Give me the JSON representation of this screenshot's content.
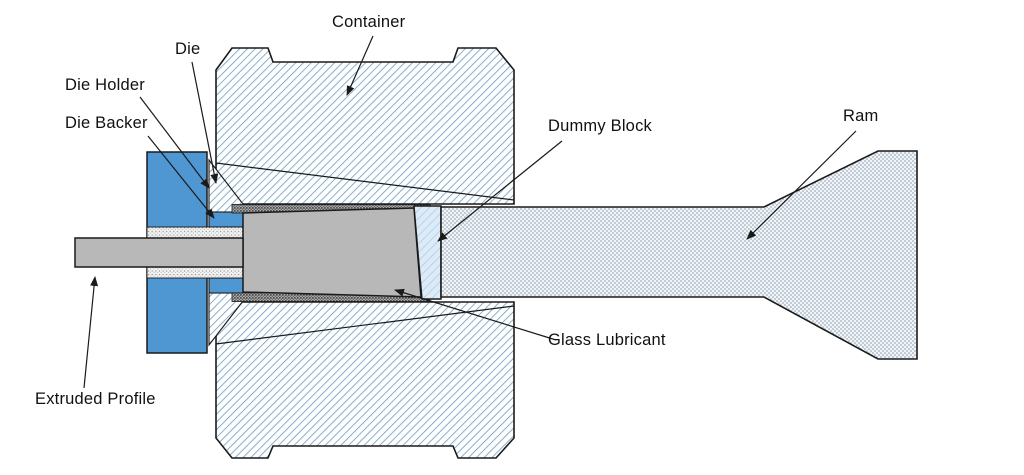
{
  "labels": {
    "container": "Container",
    "die": "Die",
    "die_holder": "Die Holder",
    "die_backer": "Die Backer",
    "dummy_block": "Dummy Block",
    "ram": "Ram",
    "glass_lubricant": "Glass Lubricant",
    "extruded_profile": "Extruded Profile"
  },
  "colors": {
    "component_blue": "#4f97d3",
    "hatch_line_blue": "#6b93bb",
    "dummy_block_fill": "#dcebf7",
    "metal_gray": "#b8b8b8",
    "lubricant_dark": "#1c1c1c",
    "outline": "#1a1a1a"
  }
}
